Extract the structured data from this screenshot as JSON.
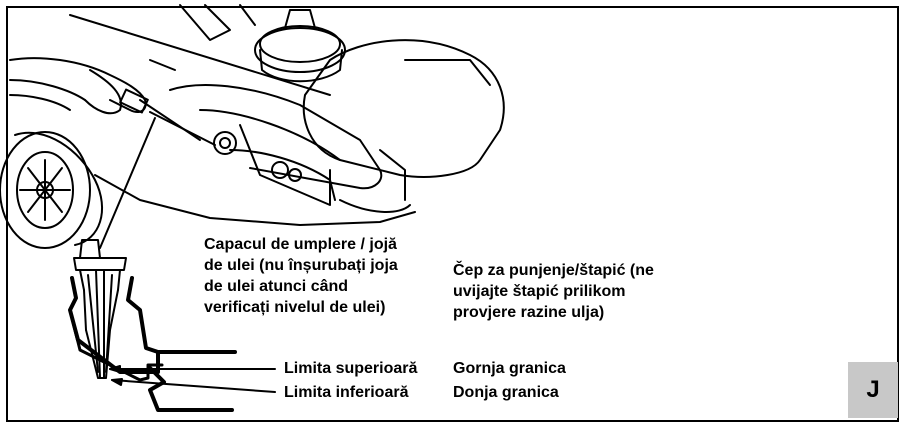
{
  "labels": {
    "ro_cap": [
      "Capacul de umplere / jojă",
      "de ulei (nu înșurubați joja",
      "de ulei atunci când",
      "verificați nivelul de ulei)"
    ],
    "hr_cap": [
      "Čep za punjenje/štapić (ne",
      "uvijajte štapić prilikom",
      "provjere razine ulja)"
    ],
    "ro_upper": "Limita superioară",
    "ro_lower": "Limita inferioară",
    "hr_upper": "Gornja granica",
    "hr_lower": "Donja granica"
  },
  "badge": "J",
  "colors": {
    "ink": "#000000",
    "badge_bg": "#c8c8c8"
  }
}
